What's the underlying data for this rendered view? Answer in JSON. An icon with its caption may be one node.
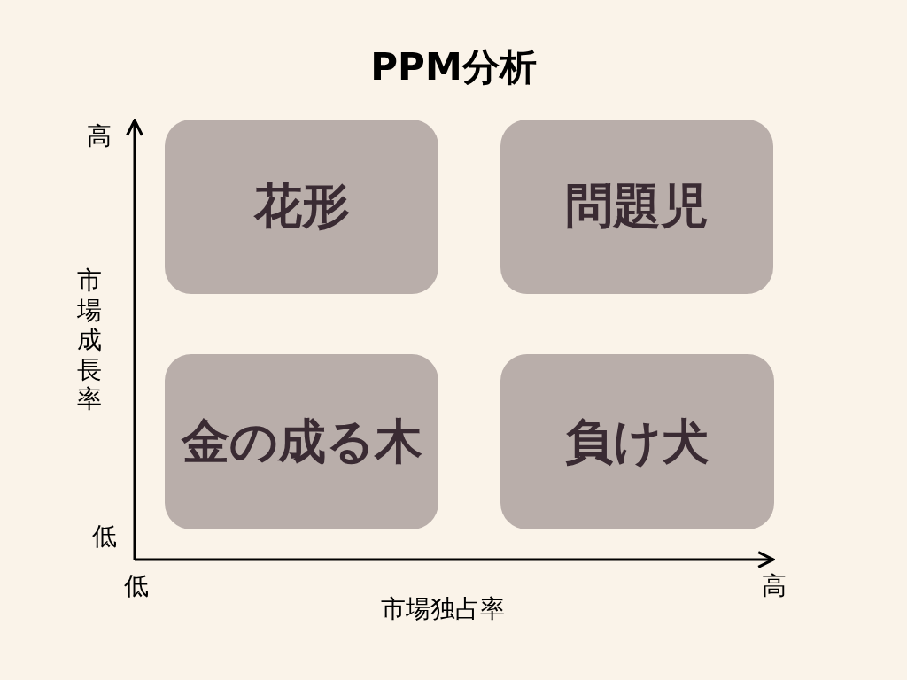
{
  "diagram": {
    "title": "PPM分析",
    "nodes": [
      {
        "text": [
          "花形"
        ]
      },
      {
        "text": [
          "問題児"
        ]
      },
      {
        "text": [
          "金の成る木"
        ]
      },
      {
        "text": [
          "負け犬"
        ]
      }
    ],
    "edges": [],
    "labels": [
      "高",
      "市場成長率",
      "低",
      "低",
      "高",
      "市場独占率"
    ]
  }
}
